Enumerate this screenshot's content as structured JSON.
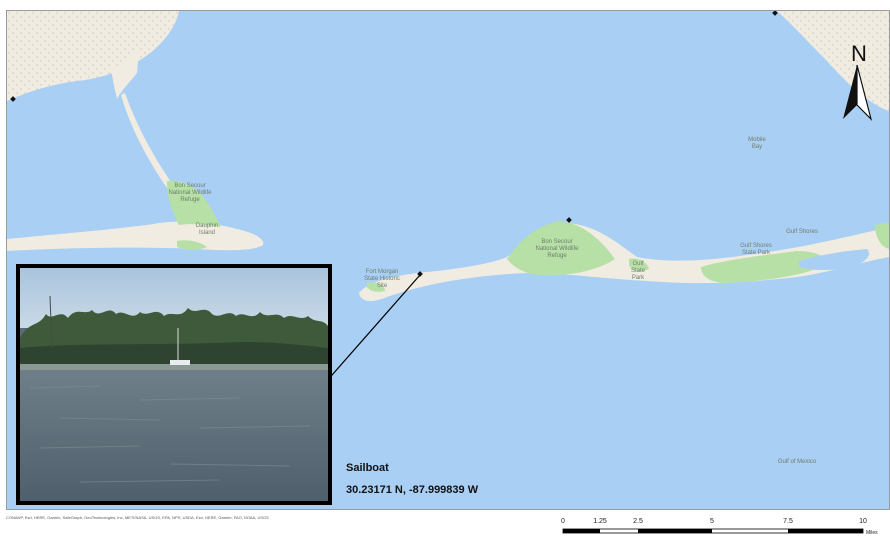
{
  "map": {
    "callout": {
      "title": "Sailboat",
      "coordinates": "30.23171 N, -87.999839 W"
    },
    "north_label": "N",
    "place_labels": [
      {
        "id": "label-mainland-park",
        "text": "Bon Secour\nNational Wildlife\nRefuge"
      },
      {
        "id": "label-dauphin-island",
        "text": "Dauphin\nIsland"
      },
      {
        "id": "label-fort-morgan",
        "text": "Fort Morgan\nState Historic\nSite"
      },
      {
        "id": "label-refuge",
        "text": "Bon Secour\nNational Wildlife\nRefuge"
      },
      {
        "id": "label-bay",
        "text": "Mobile\nBay"
      },
      {
        "id": "label-small-park",
        "text": "Gulf\nState\nPark"
      },
      {
        "id": "label-east-park",
        "text": "Gulf Shores\nState Park"
      },
      {
        "id": "label-east-town",
        "text": "Gulf Shores"
      },
      {
        "id": "label-gulf",
        "text": "Gulf of Mexico"
      }
    ],
    "attribution": "CONANP, Esri, HERE, Garmin, SafeGraph, GeoTechnologies, Inc, METI/NASA, USGS, EPA, NPS, USDA, Esri, HERE, Garmin, FAO, NOAA, USGS",
    "scale_bar": {
      "ticks": [
        "0",
        "1.25",
        "2.5",
        "5",
        "7.5",
        "10"
      ],
      "unit": "Miles"
    },
    "colors": {
      "water": "#a9cff5",
      "land": "#f1ece2",
      "park": "#b7e0a7",
      "border": "#000000"
    }
  }
}
